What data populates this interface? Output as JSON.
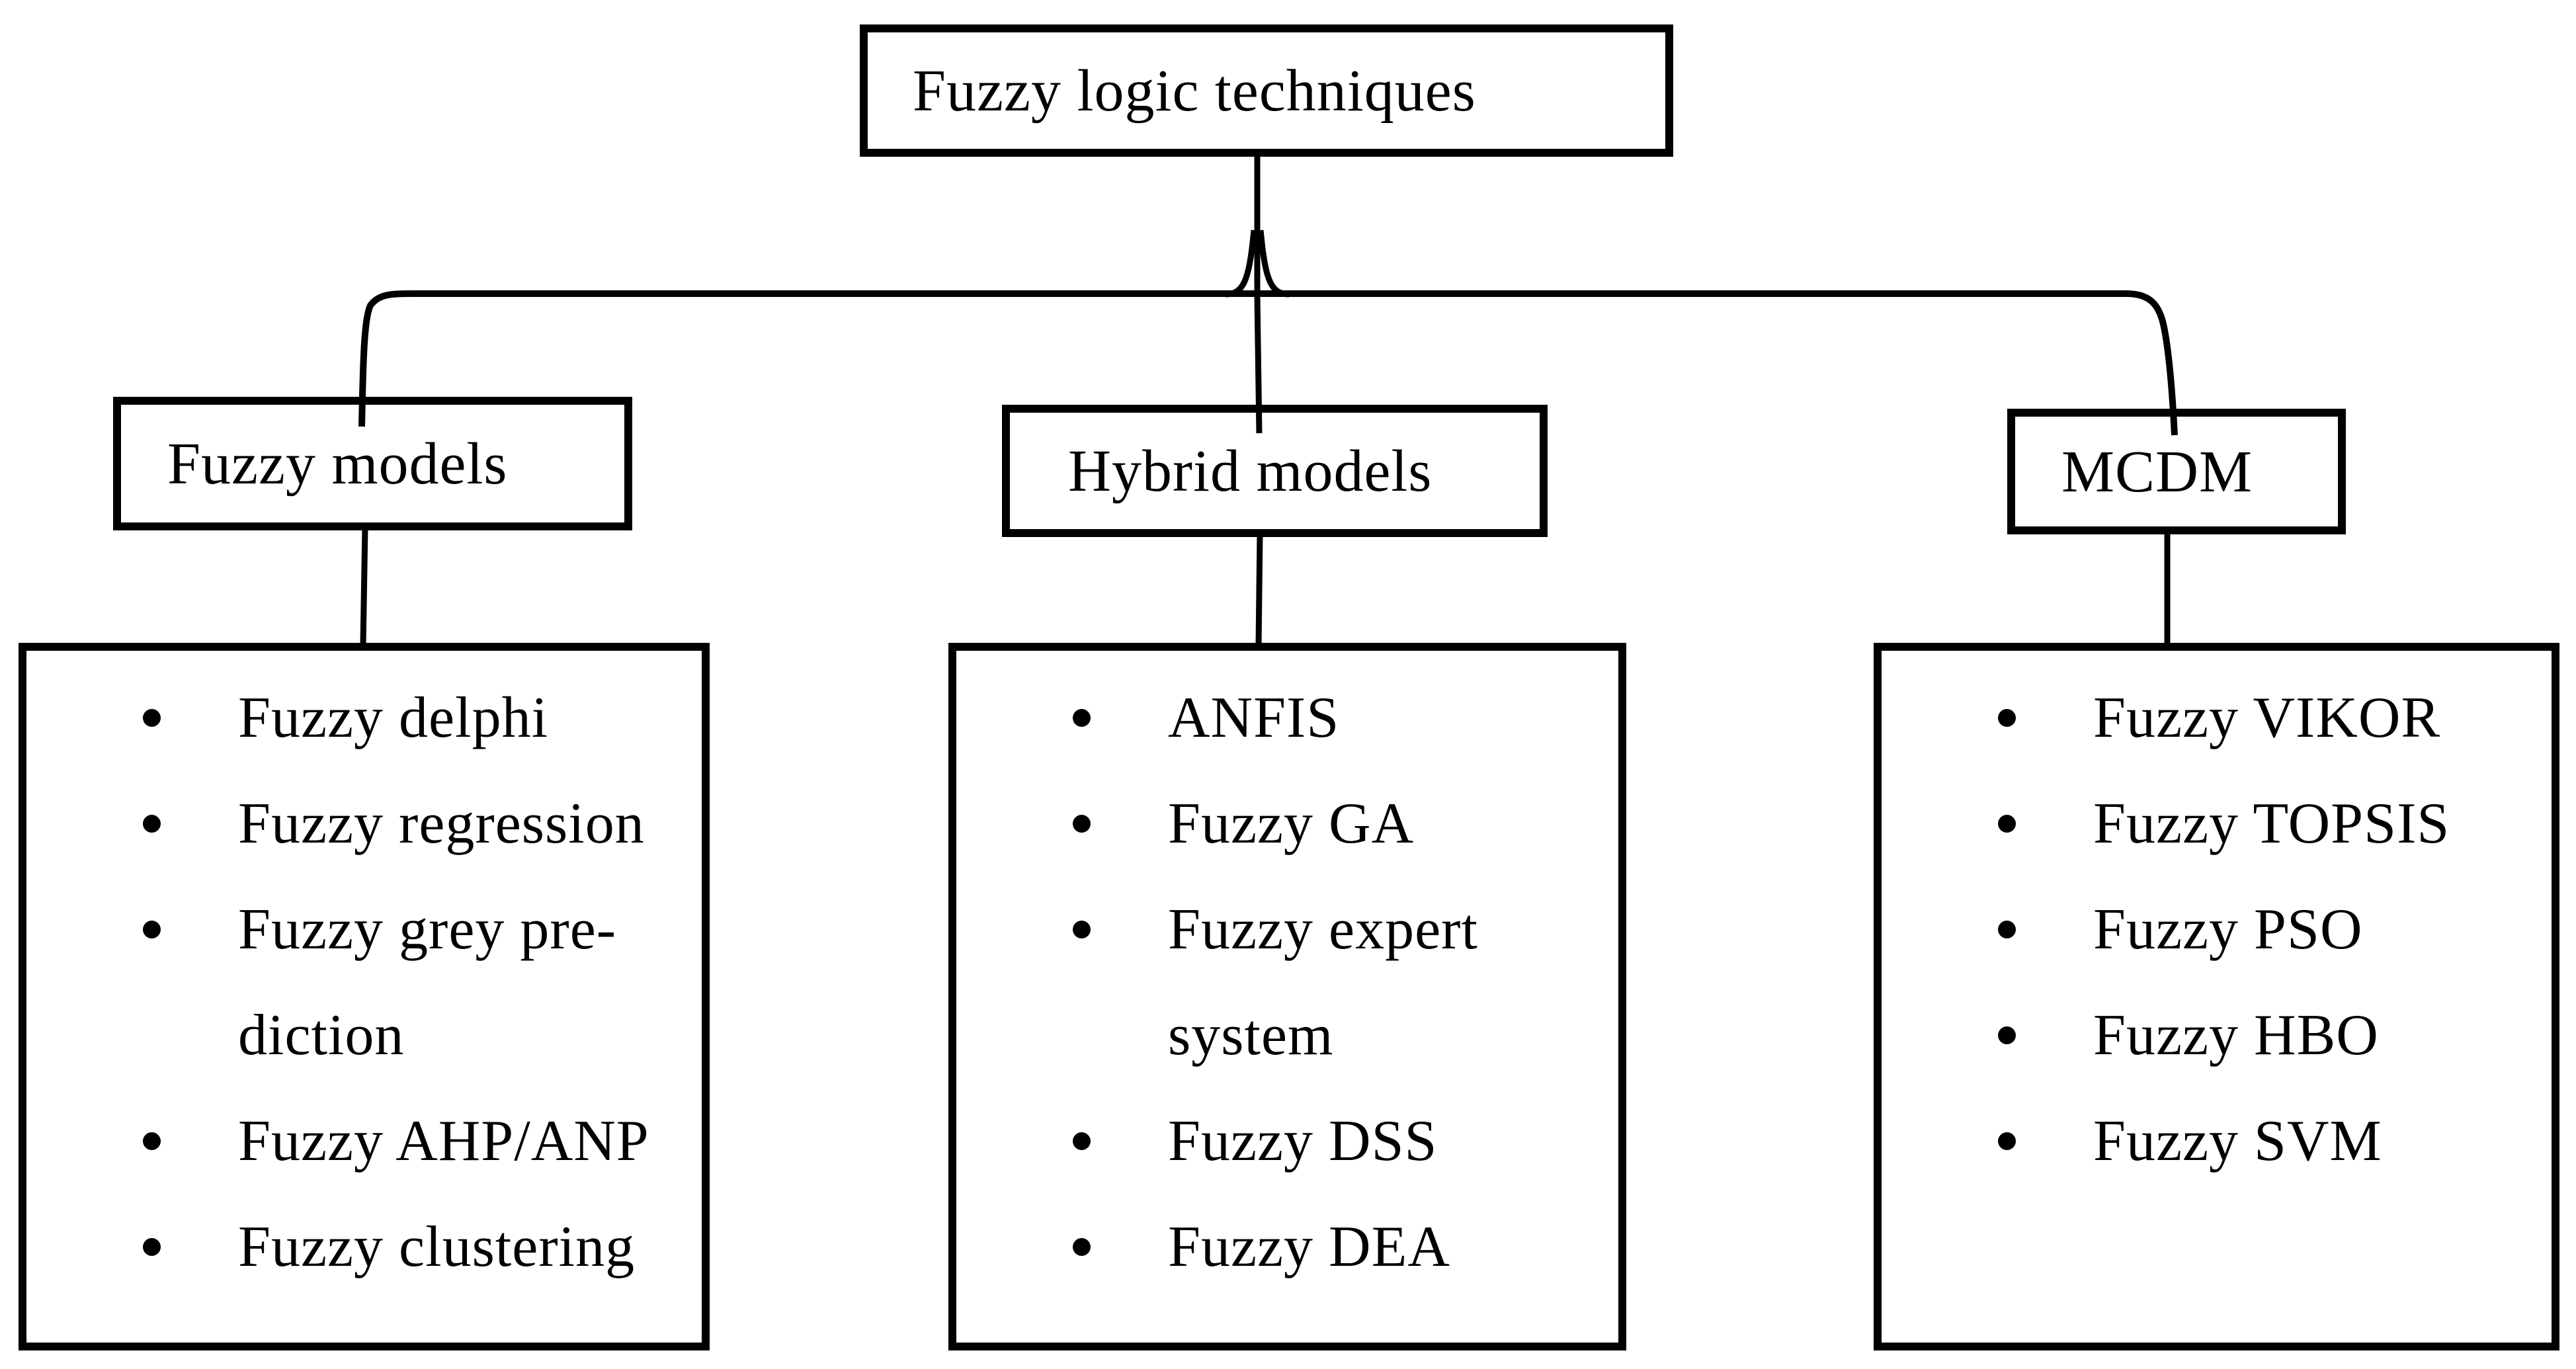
{
  "figure": {
    "background": "#ffffff",
    "line_color": "#000000",
    "text_color": "#000000",
    "root": {
      "label": "Fuzzy logic techniques"
    },
    "branches": [
      {
        "label": "Fuzzy models",
        "items": [
          "Fuzzy delphi",
          "Fuzzy regression",
          "Fuzzy grey pre-\ndiction",
          "Fuzzy AHP/ANP",
          "Fuzzy clustering"
        ]
      },
      {
        "label": "Hybrid models",
        "items": [
          "ANFIS",
          "Fuzzy GA",
          "Fuzzy expert\nsystem",
          "Fuzzy DSS",
          "Fuzzy DEA"
        ]
      },
      {
        "label": "MCDM",
        "items": [
          "Fuzzy VIKOR",
          "Fuzzy TOPSIS",
          "Fuzzy PSO",
          "Fuzzy HBO",
          "Fuzzy SVM"
        ]
      }
    ]
  }
}
